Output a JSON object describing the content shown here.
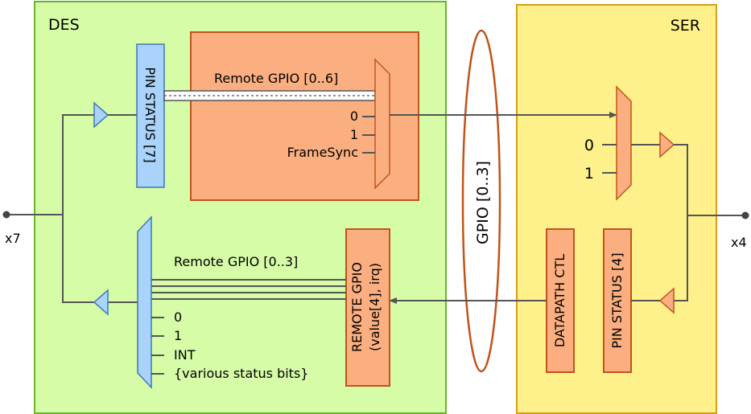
{
  "des": {
    "title": "DES",
    "port_label": "x7"
  },
  "ser": {
    "title": "SER",
    "port_label": "x4"
  },
  "link": {
    "label": "GPIO [0..3]"
  },
  "des_pin_status": {
    "label": "PIN STATUS [7]"
  },
  "des_out_mux": {
    "bus_label": "Remote GPIO [0..6]",
    "inputs": [
      "0",
      "1",
      "FrameSync"
    ]
  },
  "des_in_mux": {
    "bus_label": "Remote GPIO [0..3]",
    "inputs": [
      "0",
      "1",
      "INT",
      "{various status bits}"
    ]
  },
  "des_remote_gpio": {
    "line1": "REMOTE GPIO",
    "line2": "(value[4], irq)"
  },
  "ser_mux": {
    "inputs": [
      "0",
      "1"
    ]
  },
  "ser_datapath": {
    "label": "DATAPATH CTL"
  },
  "ser_pin_status": {
    "label": "PIN STATUS [4]"
  },
  "colors": {
    "des_fill": "#d6fca8",
    "des_border": "#6ab42d",
    "ser_fill": "#fef08a",
    "ser_border": "#d4a017",
    "orange_fill": "#fbaf80",
    "orange_border": "#c0541a",
    "blue_fill": "#a9d3fa",
    "blue_border": "#3d78b5",
    "ellipse_stroke": "#c0541a"
  }
}
